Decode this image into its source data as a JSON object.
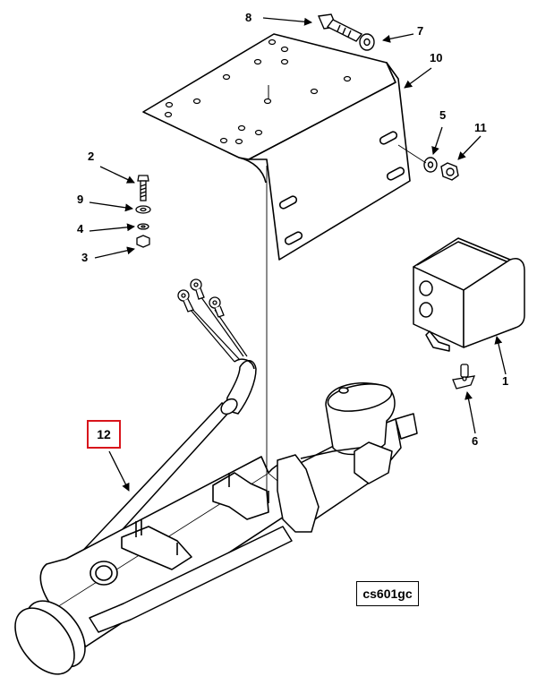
{
  "callouts": {
    "c1": "1",
    "c2": "2",
    "c3": "3",
    "c4": "4",
    "c5": "5",
    "c6": "6",
    "c7": "7",
    "c8": "8",
    "c9": "9",
    "c10": "10",
    "c11": "11",
    "c12": "12"
  },
  "drawing_code": "cs601gc",
  "highlight_color": "#d8141b"
}
